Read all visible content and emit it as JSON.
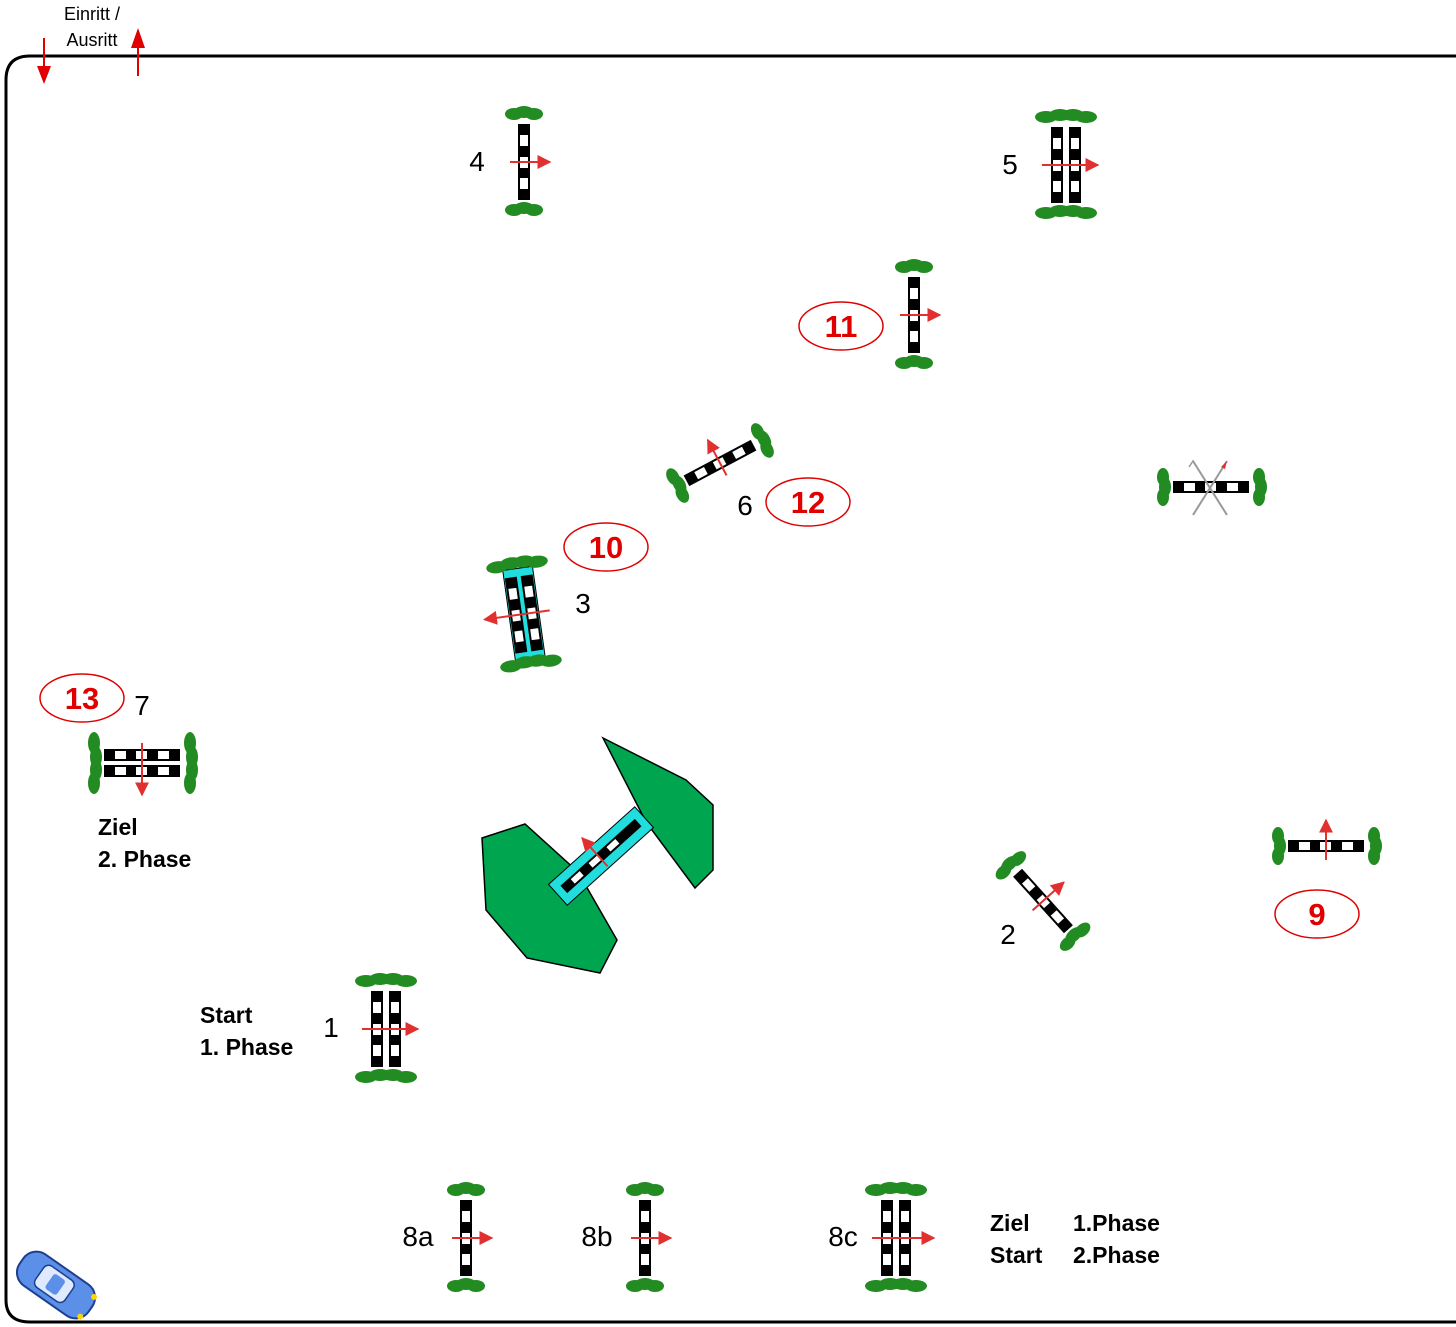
{
  "entrance": {
    "line1": "Einritt /",
    "line2": "Ausritt"
  },
  "obstacles": [
    {
      "id": "4",
      "label": "4",
      "kind": "vertical"
    },
    {
      "id": "5",
      "label": "5",
      "kind": "oxer"
    },
    {
      "id": "6",
      "label": "6",
      "kind": "vertical"
    },
    {
      "id": "3",
      "label": "3",
      "kind": "water-oxer"
    },
    {
      "id": "7",
      "label": "7",
      "kind": "oxer"
    },
    {
      "id": "1",
      "label": "1",
      "kind": "oxer"
    },
    {
      "id": "2",
      "label": "2",
      "kind": "vertical"
    },
    {
      "id": "8a",
      "label": "8a",
      "kind": "vertical"
    },
    {
      "id": "8b",
      "label": "8b",
      "kind": "vertical"
    },
    {
      "id": "8c",
      "label": "8c",
      "kind": "oxer"
    }
  ],
  "second_phase_numbers": [
    "9",
    "10",
    "11",
    "12",
    "13"
  ],
  "labels": {
    "start1_line1": "Start",
    "start1_line2": "1. Phase",
    "ziel2_line1": "Ziel",
    "ziel2_line2": "2. Phase",
    "ziel_word": "Ziel",
    "start_word": "Start",
    "phase1": "1.Phase",
    "phase2": "2.Phase"
  },
  "colors": {
    "arena_border": "#000000",
    "pole_dark": "#000000",
    "pole_light": "#ffffff",
    "plant_green": "#228b22",
    "mound_green": "#00a550",
    "water_cyan": "#22dddd",
    "direction_arrow": "#e03030",
    "phase2_number": "#e00000",
    "disabled_gray": "#999999"
  },
  "icons": [
    "car-icon",
    "entrance-arrow-icon",
    "exit-arrow-icon",
    "crossed-out-obstacle-icon"
  ]
}
